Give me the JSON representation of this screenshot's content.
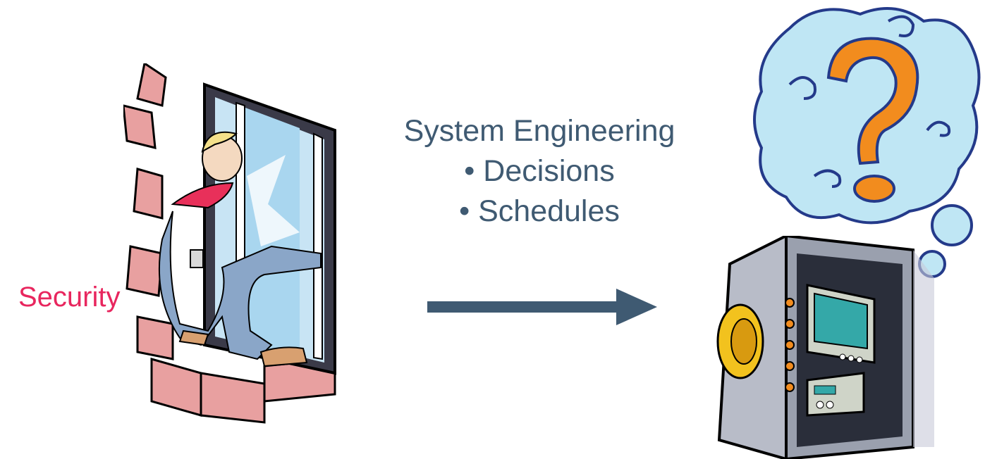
{
  "slide": {
    "left_label": "Security",
    "heading": "System Engineering",
    "bullets": [
      "Decisions",
      "Schedules"
    ],
    "bullet_glyph": "•"
  },
  "colors": {
    "left_label": "#e8265e",
    "heading": "#3f5a72",
    "arrow": "#3f5a72"
  },
  "illustrations": {
    "burglar": "burglar-climbing-window-clipart",
    "thought": "question-mark-thought-cloud-clipart",
    "safe": "computer-in-open-safe-clipart"
  }
}
